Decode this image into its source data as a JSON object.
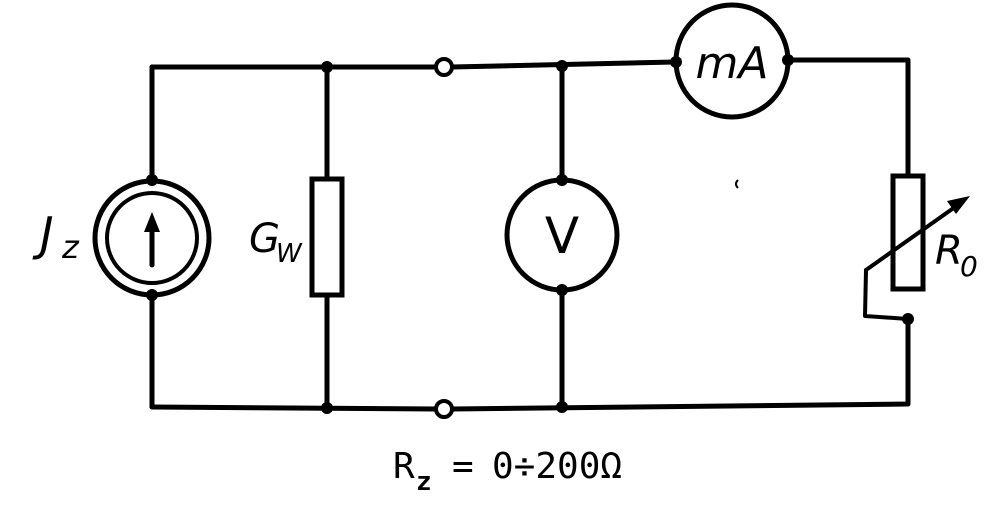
{
  "labels": {
    "current_source": "J",
    "current_source_sub": "z",
    "conductance": "G",
    "conductance_sub": "W",
    "voltmeter": "V",
    "milliammeter": "mA",
    "resistor": "R",
    "resistor_sub": "0"
  },
  "formula": {
    "symbol": "R",
    "subscript": "z",
    "equals": "=",
    "range": "0÷200Ω"
  }
}
